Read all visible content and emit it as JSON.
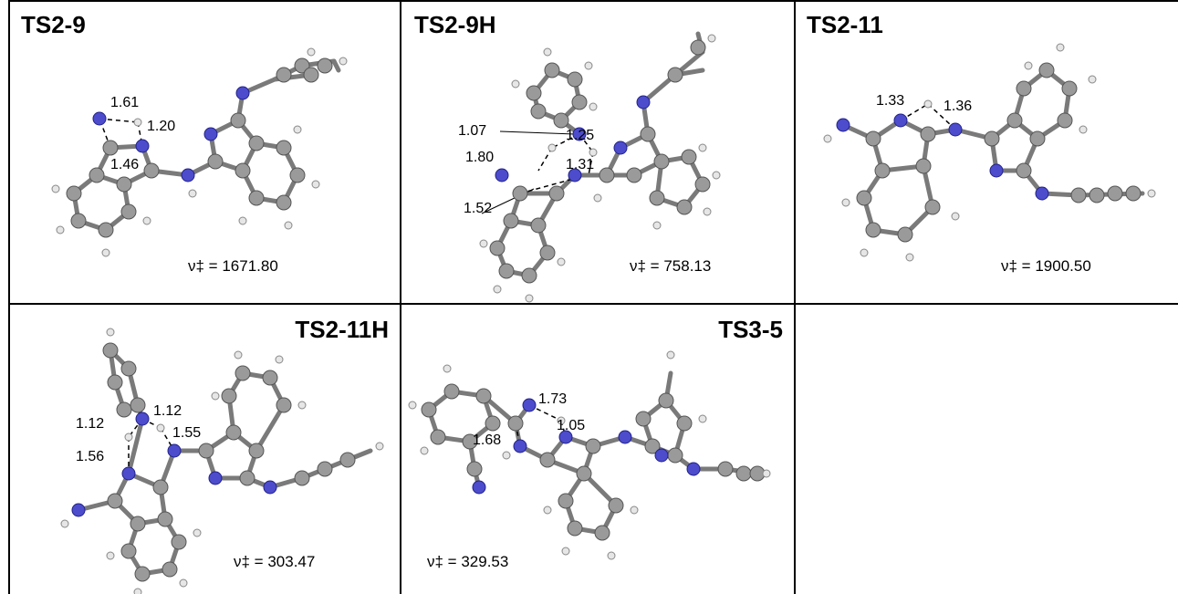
{
  "colors": {
    "carbon": "#9a9a9a",
    "nitrogen": "#4c4ccc",
    "hydrogen": "#e6e6e6",
    "bond": "#7a7a7a",
    "grid": "#000000"
  },
  "panels": [
    {
      "title": "TS2-9",
      "freq": "ν‡ = 1671.80",
      "distances": [
        "1.61",
        "1.20",
        "1.46"
      ]
    },
    {
      "title": "TS2-9H",
      "freq": "ν‡ = 758.13",
      "distances": [
        "1.07",
        "1.25",
        "1.80",
        "1.31",
        "1.52"
      ]
    },
    {
      "title": "TS2-11",
      "freq": "ν‡ = 1900.50",
      "distances": [
        "1.33",
        "1.36"
      ]
    },
    {
      "title": "TS2-11H",
      "freq": "ν‡ = 303.47",
      "distances": [
        "1.12",
        "1.12",
        "1.55",
        "1.56"
      ]
    },
    {
      "title": "TS3-5",
      "freq": "ν‡ = 329.53",
      "distances": [
        "1.73",
        "1.05",
        "1.68"
      ]
    }
  ]
}
